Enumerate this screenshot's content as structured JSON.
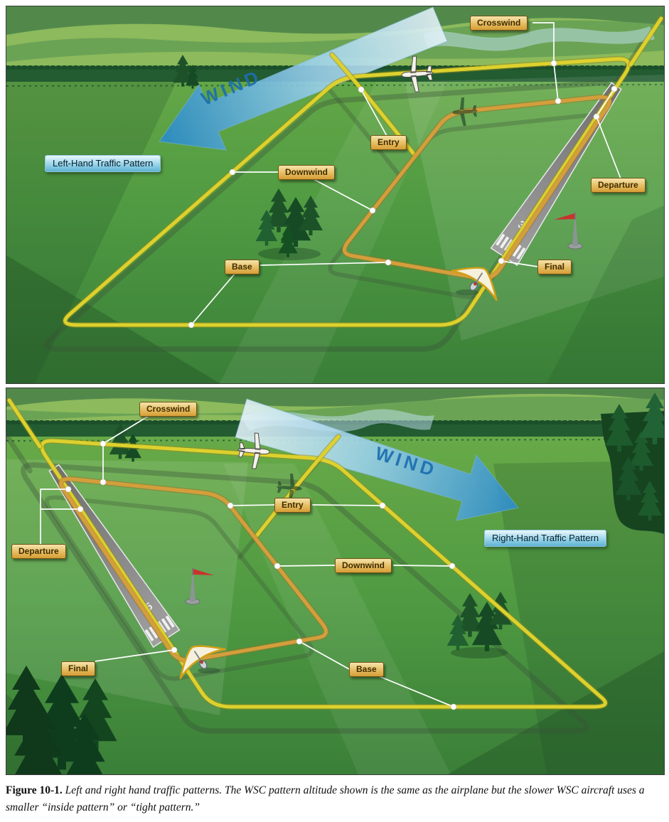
{
  "colors": {
    "c-airplane": "#ddd12e",
    "c-airplane-under": "#978c1c",
    "c-wsc": "#d49e3c",
    "c-wsc-under": "#9c7423",
    "c-shadow": "#3a5038",
    "c-leader": "#ffffff",
    "c-wind-text": "#1c6fb0",
    "c-label-border": "#6f5514",
    "c-label-text": "#3f2c00"
  },
  "top_panel": {
    "title": "Left-Hand Traffic Pattern",
    "wind_label": "WIND",
    "runway_number": "35",
    "labels": {
      "crosswind": "Crosswind",
      "entry": "Entry",
      "downwind": "Downwind",
      "departure": "Departure",
      "base": "Base",
      "final": "Final"
    }
  },
  "bottom_panel": {
    "title": "Right-Hand Traffic Pattern",
    "wind_label": "WIND",
    "runway_number": "35",
    "labels": {
      "crosswind": "Crosswind",
      "entry": "Entry",
      "downwind": "Downwind",
      "departure": "Departure",
      "base": "Base",
      "final": "Final"
    }
  },
  "caption": {
    "label": "Figure 10-1.",
    "text": "Left and right hand traffic patterns. The WSC pattern altitude shown is the same as the airplane but the slower WSC aircraft uses a smaller “inside pattern” or “tight pattern.”"
  }
}
